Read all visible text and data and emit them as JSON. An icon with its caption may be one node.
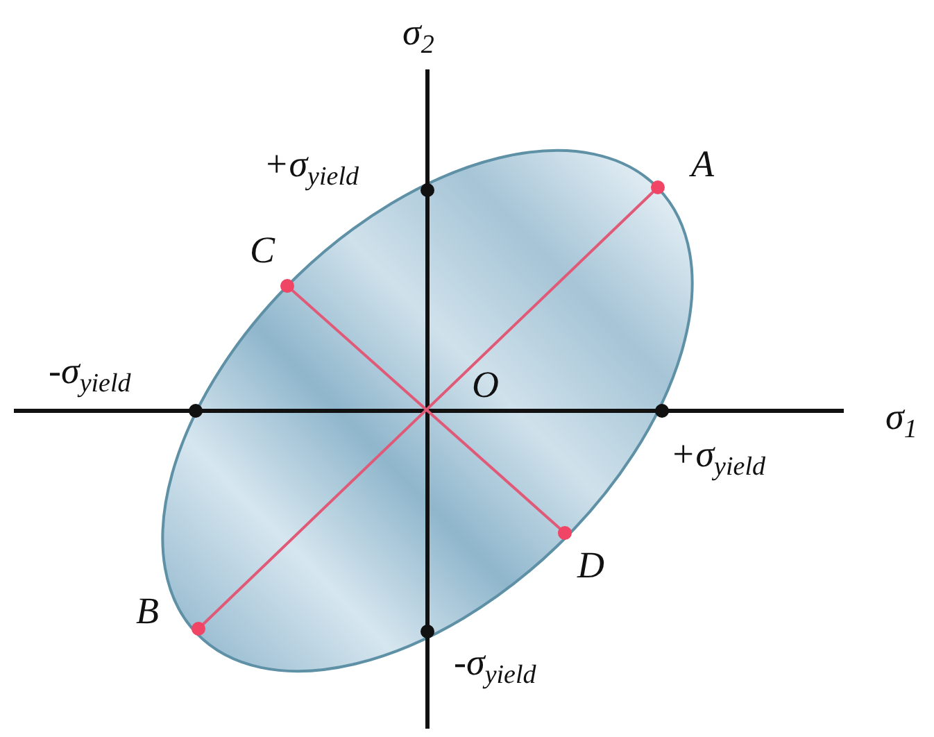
{
  "diagram": {
    "labels": [
      "σ$_{2}$",
      "+σ$_{yield}$",
      "A",
      "C",
      "-σ$_{yield}$",
      "O",
      "σ$_{1}$",
      "+σ$_{yield}$",
      "D",
      "B",
      "-σ$_{yield}$"
    ]
  }
}
